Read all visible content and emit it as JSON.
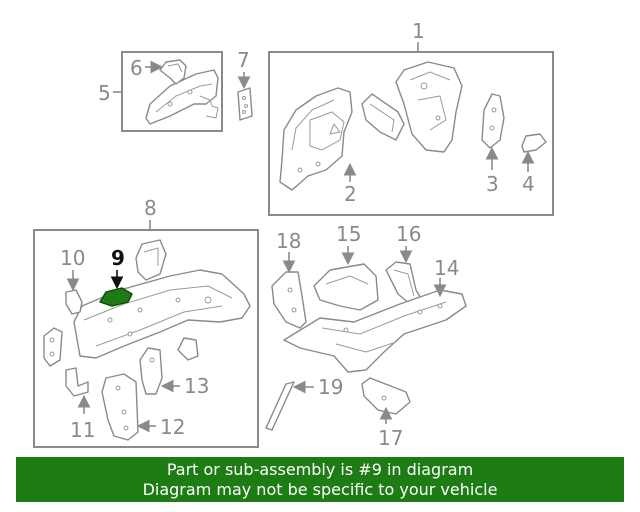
{
  "callouts": {
    "c1": "1",
    "c2": "2",
    "c3": "3",
    "c4": "4",
    "c5": "5",
    "c6": "6",
    "c7": "7",
    "c8": "8",
    "c9": "9",
    "c10": "10",
    "c11": "11",
    "c12": "12",
    "c13": "13",
    "c14": "14",
    "c15": "15",
    "c16": "16",
    "c17": "17",
    "c18": "18",
    "c19": "19"
  },
  "highlighted_part": "9",
  "colors": {
    "line": "#8a8a8a",
    "highlight": "#1e7c14",
    "banner": "#1e7c14"
  },
  "banner": {
    "line1": "Part or sub-assembly is #9 in diagram",
    "line2": "Diagram may not be specific to your vehicle"
  }
}
